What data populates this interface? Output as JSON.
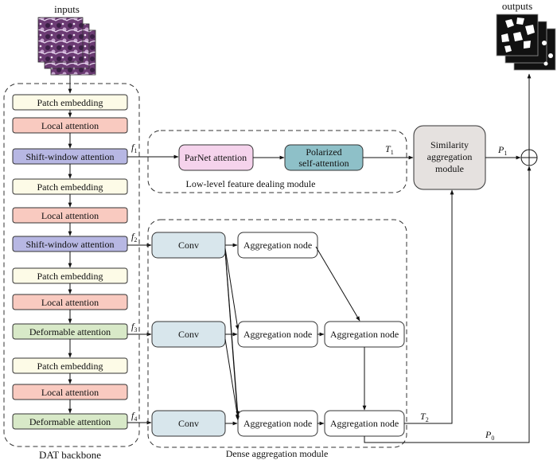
{
  "labels": {
    "inputs": "inputs",
    "outputs": "outputs",
    "backbone": "DAT backbone",
    "low_level_module": "Low-level feature dealing module",
    "dense_module": "Dense aggregation module"
  },
  "backbone_blocks": [
    {
      "id": "patch-embedding-1",
      "label": "Patch embedding",
      "kind": "patch"
    },
    {
      "id": "local-attention-1",
      "label": "Local attention",
      "kind": "local"
    },
    {
      "id": "shift-window-attention-1",
      "label": "Shift-window attention",
      "kind": "shift"
    },
    {
      "id": "patch-embedding-2",
      "label": "Patch embedding",
      "kind": "patch"
    },
    {
      "id": "local-attention-2",
      "label": "Local attention",
      "kind": "local"
    },
    {
      "id": "shift-window-attention-2",
      "label": "Shift-window attention",
      "kind": "shift"
    },
    {
      "id": "patch-embedding-3",
      "label": "Patch embedding",
      "kind": "patch"
    },
    {
      "id": "local-attention-3",
      "label": "Local attention",
      "kind": "local"
    },
    {
      "id": "deformable-attention-1",
      "label": "Deformable attention",
      "kind": "deform"
    },
    {
      "id": "patch-embedding-4",
      "label": "Patch embedding",
      "kind": "patch"
    },
    {
      "id": "local-attention-4",
      "label": "Local attention",
      "kind": "local"
    },
    {
      "id": "deformable-attention-2",
      "label": "Deformable attention",
      "kind": "deform"
    }
  ],
  "features": {
    "f1": {
      "sym": "f",
      "sub": "1"
    },
    "f2": {
      "sym": "f",
      "sub": "2"
    },
    "f3": {
      "sym": "f",
      "sub": "3"
    },
    "f4": {
      "sym": "f",
      "sub": "4"
    },
    "t1": {
      "sym": "T",
      "sub": "1"
    },
    "t2": {
      "sym": "T",
      "sub": "2"
    },
    "p1": {
      "sym": "P",
      "sub": "1"
    },
    "p0": {
      "sym": "P",
      "sub": "0"
    }
  },
  "low_level": {
    "parnet": "ParNet attention",
    "polarized_line1": "Polarized",
    "polarized_line2": "self-attention"
  },
  "similarity": {
    "line1": "Similarity",
    "line2": "aggregation",
    "line3": "module"
  },
  "dense": {
    "conv": "Conv",
    "aggregation_node": "Aggregation node"
  },
  "colors": {
    "patch": "#fdfbe7",
    "local": "#f9cac0",
    "shift": "#b7b7e3",
    "deform": "#d8e9c8",
    "parnet": "#f5d3ec",
    "polarized": "#8ec0c8",
    "similarity": "#e5e1df",
    "conv": "#d8e6ec",
    "node": "#ffffff"
  }
}
